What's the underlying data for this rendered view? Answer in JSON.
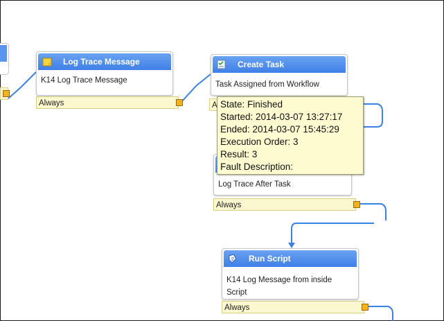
{
  "colors": {
    "header_blue": "#4a8aed",
    "connector_blue": "#3b82e0",
    "rule_bar_bg": "#fbf7cf",
    "port_orange": "#f2b21c",
    "tooltip_bg": "#fdfbcf"
  },
  "nodes": {
    "log_trace_message": {
      "title": "Log Trace Message",
      "description": "K14 Log Trace Message",
      "rule": "Always",
      "icon": "note-icon"
    },
    "create_task": {
      "title": "Create Task",
      "description": "Task Assigned from Workflow",
      "rule": "Always",
      "icon": "task-checklist-icon"
    },
    "log_trace_after_task": {
      "description": "Log Trace After Task",
      "rule": "Always"
    },
    "run_script": {
      "title": "Run Script",
      "description": "K14 Log Message from inside Script",
      "rule": "Always",
      "icon": "script-icon"
    }
  },
  "tooltip": {
    "state": "State: Finished",
    "started": "Started: 2014-03-07 13:27:17",
    "ended": "Ended: 2014-03-07 15:45:29",
    "execution_order": "Execution Order: 3",
    "result": "Result: 3",
    "fault_description": "Fault Description:"
  }
}
